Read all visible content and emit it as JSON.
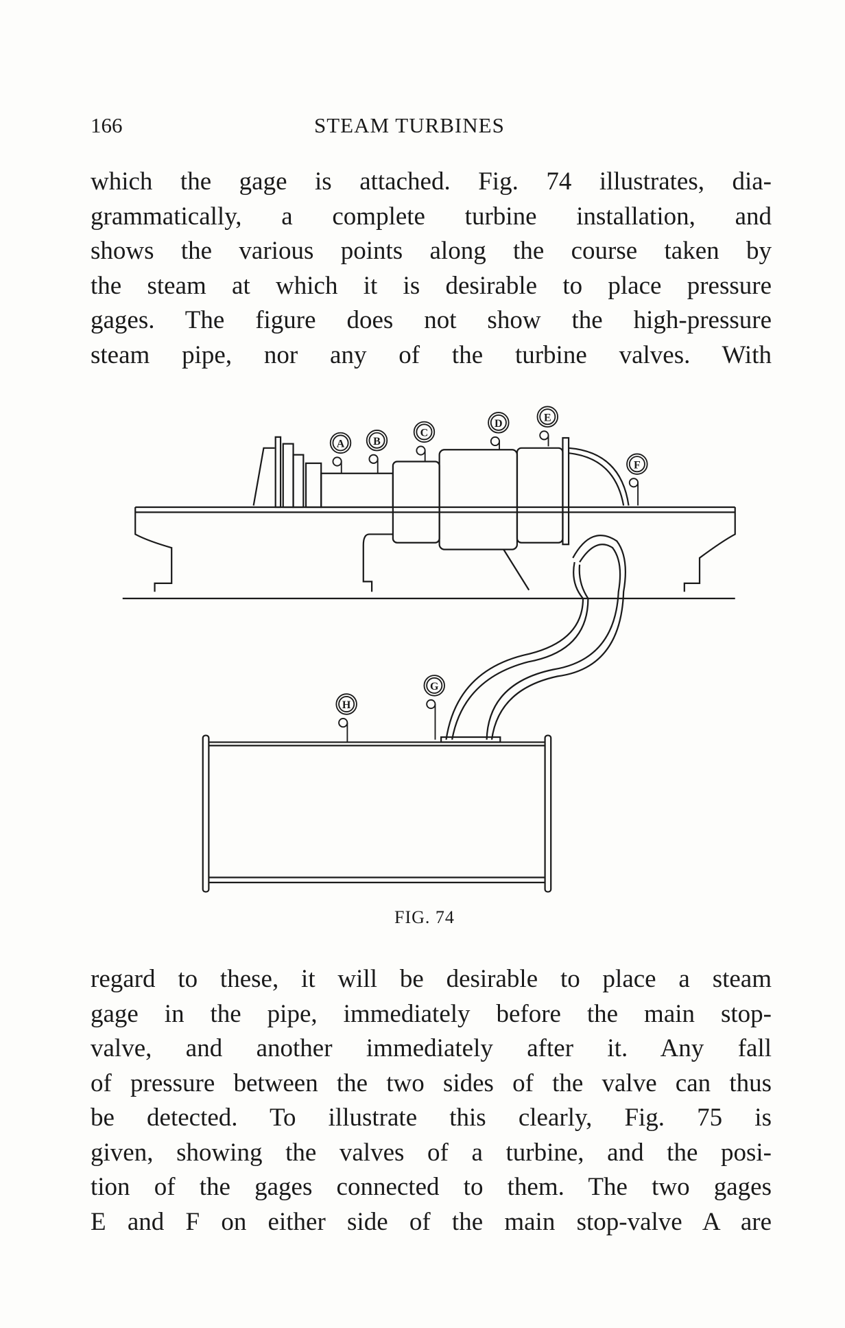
{
  "header": {
    "page_number": "166",
    "running_title": "STEAM TURBINES"
  },
  "top_lines": [
    "which the gage is attached. Fig. 74 illustrates, dia-",
    "grammatically, a complete turbine installation, and",
    "shows the various points along the course taken by",
    "the steam at which it is desirable to place pressure",
    "gages. The figure does not show the high-pressure",
    "steam pipe, nor any of the turbine valves. With"
  ],
  "figure": {
    "caption": "FIG. 74",
    "gage_labels": [
      "A",
      "B",
      "C",
      "D",
      "E",
      "F",
      "G",
      "H"
    ]
  },
  "bottom_lines": [
    "regard to these, it will be desirable to place a steam",
    "gage in the pipe, immediately before the main stop-",
    "valve, and another immediately after it. Any fall",
    "of pressure between the two sides of the valve can thus",
    "be detected. To illustrate this clearly, Fig. 75 is",
    "given, showing the valves of a turbine, and the posi-",
    "tion of the gages connected to them. The two gages",
    "E and F on either side of the main stop-valve A are"
  ]
}
